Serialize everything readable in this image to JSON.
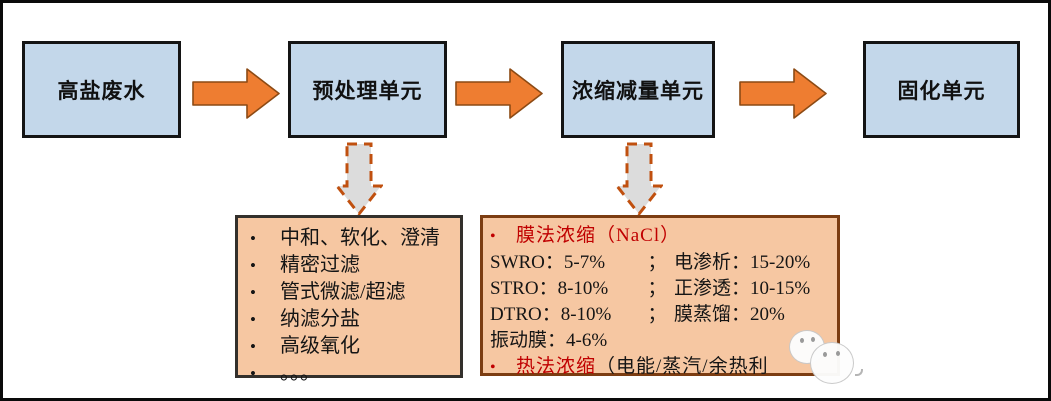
{
  "flow": {
    "nodes": [
      {
        "label": "高盐废水"
      },
      {
        "label": "预处理单元"
      },
      {
        "label": "浓缩减量单元"
      },
      {
        "label": "固化单元"
      }
    ]
  },
  "glyphs": {
    "bullet": "•"
  },
  "pretreatment_detail": {
    "items": [
      "中和、软化、澄清",
      "精密过滤",
      "管式微滤/超滤",
      "纳滤分盐",
      "高级氧化",
      "。。。"
    ]
  },
  "concentration_detail": {
    "membrane_title": "膜法浓缩（NaCl）",
    "rows": [
      {
        "left": "SWRO：5-7%",
        "sep": "；",
        "right": "电渗析：15-20%"
      },
      {
        "left": "STRO：8-10%",
        "sep": "；",
        "right": "正渗透：10-15%"
      },
      {
        "left": "DTRO：8-10%",
        "sep": "；",
        "right": "膜蒸馏：20%"
      }
    ],
    "vibration_line": "振动膜：4-6%",
    "thermal_title": "热法浓缩",
    "thermal_rest": "（电能/蒸汽/余热利"
  },
  "colors": {
    "node_fill": "#c3d7ea",
    "node_border": "#141414",
    "arrow_fill": "#ee7d31",
    "arrow_border": "#8c4a14",
    "dashed_arrow_fill": "#dcdcdc",
    "dashed_arrow_border": "#c0500f",
    "detail_fill": "#f6c7a2",
    "pretreat_border": "#33302c",
    "conc_border": "#7c3d12",
    "red_text": "#c00000",
    "black_text": "#151515"
  }
}
